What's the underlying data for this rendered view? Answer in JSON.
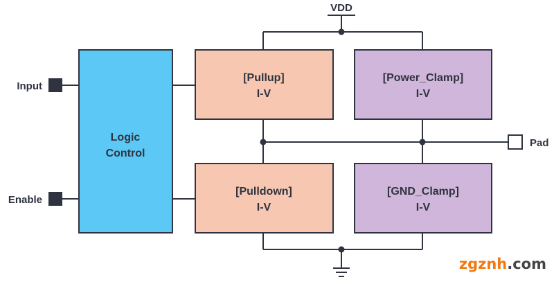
{
  "labels": {
    "vdd": "VDD",
    "input": "Input",
    "enable": "Enable",
    "pad": "Pad"
  },
  "blocks": {
    "logic": {
      "line1": "Logic",
      "line2": "Control"
    },
    "pullup": {
      "line1": "[Pullup]",
      "line2": "I-V"
    },
    "power_clamp": {
      "line1": "[Power_Clamp]",
      "line2": "I-V"
    },
    "pulldown": {
      "line1": "[Pulldown]",
      "line2": "I-V"
    },
    "gnd_clamp": {
      "line1": "[GND_Clamp]",
      "line2": "I-V"
    }
  },
  "watermark": {
    "part1": "zgznh",
    "part2": ".com"
  },
  "colors": {
    "logic_fill": "#5bc8f5",
    "pull_fill": "#f8c7b1",
    "clamp_fill": "#cfb6da",
    "wire": "#2f3340",
    "watermark_orange": "#f07a12",
    "watermark_dark": "#444444"
  }
}
